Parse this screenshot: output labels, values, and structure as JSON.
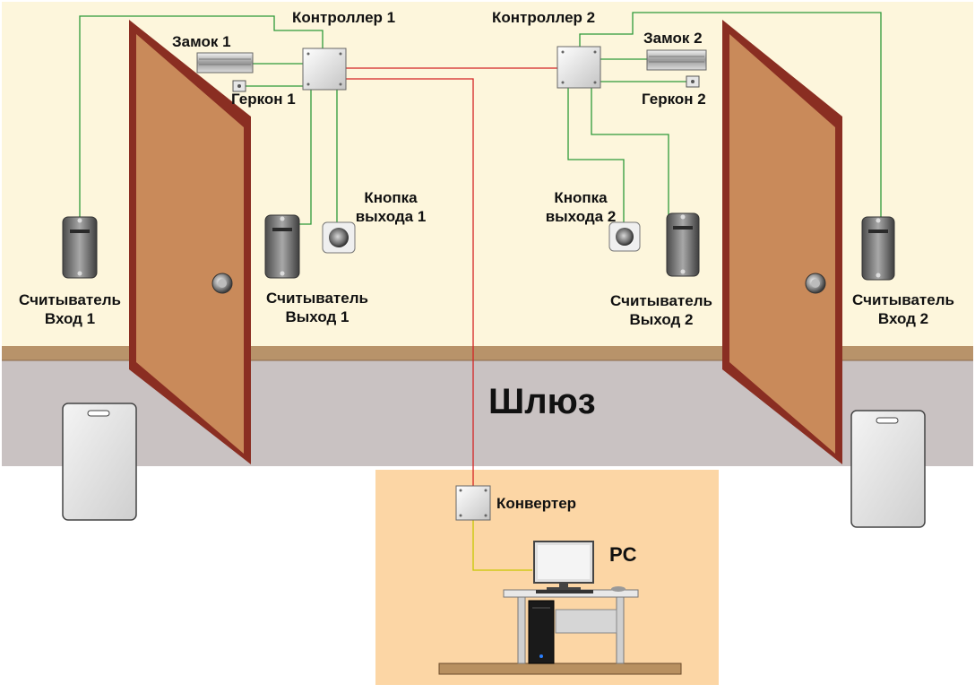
{
  "title": "Шлюз",
  "controllers": [
    {
      "label": "Контроллер 1"
    },
    {
      "label": "Контроллер 2"
    }
  ],
  "locks": [
    {
      "label": "Замок 1"
    },
    {
      "label": "Замок 2"
    }
  ],
  "reed_switches": [
    {
      "label": "Геркон 1"
    },
    {
      "label": "Геркон 2"
    }
  ],
  "exit_buttons": [
    {
      "line1": "Кнопка",
      "line2": "выхода 1"
    },
    {
      "line1": "Кнопка",
      "line2": "выхода 2"
    }
  ],
  "readers": [
    {
      "line1": "Считыватель",
      "line2": "Вход 1"
    },
    {
      "line1": "Считыватель",
      "line2": "Выход 1"
    },
    {
      "line1": "Считыватель",
      "line2": "Выход 2"
    },
    {
      "line1": "Считыватель",
      "line2": "Вход 2"
    }
  ],
  "converter": {
    "label": "Конвертер"
  },
  "pc": {
    "label": "PC"
  },
  "colors": {
    "wall": "#fdf6dc",
    "floor": "#c9c2c2",
    "baseboard": "#b8936a",
    "pc_room": "#fcd6a5",
    "door": "#c98a5a",
    "door_frame": "#8a2e22",
    "wire_data": "#d42424",
    "wire_control": "#2e9a3a",
    "wire_converter": "#c8c800"
  }
}
